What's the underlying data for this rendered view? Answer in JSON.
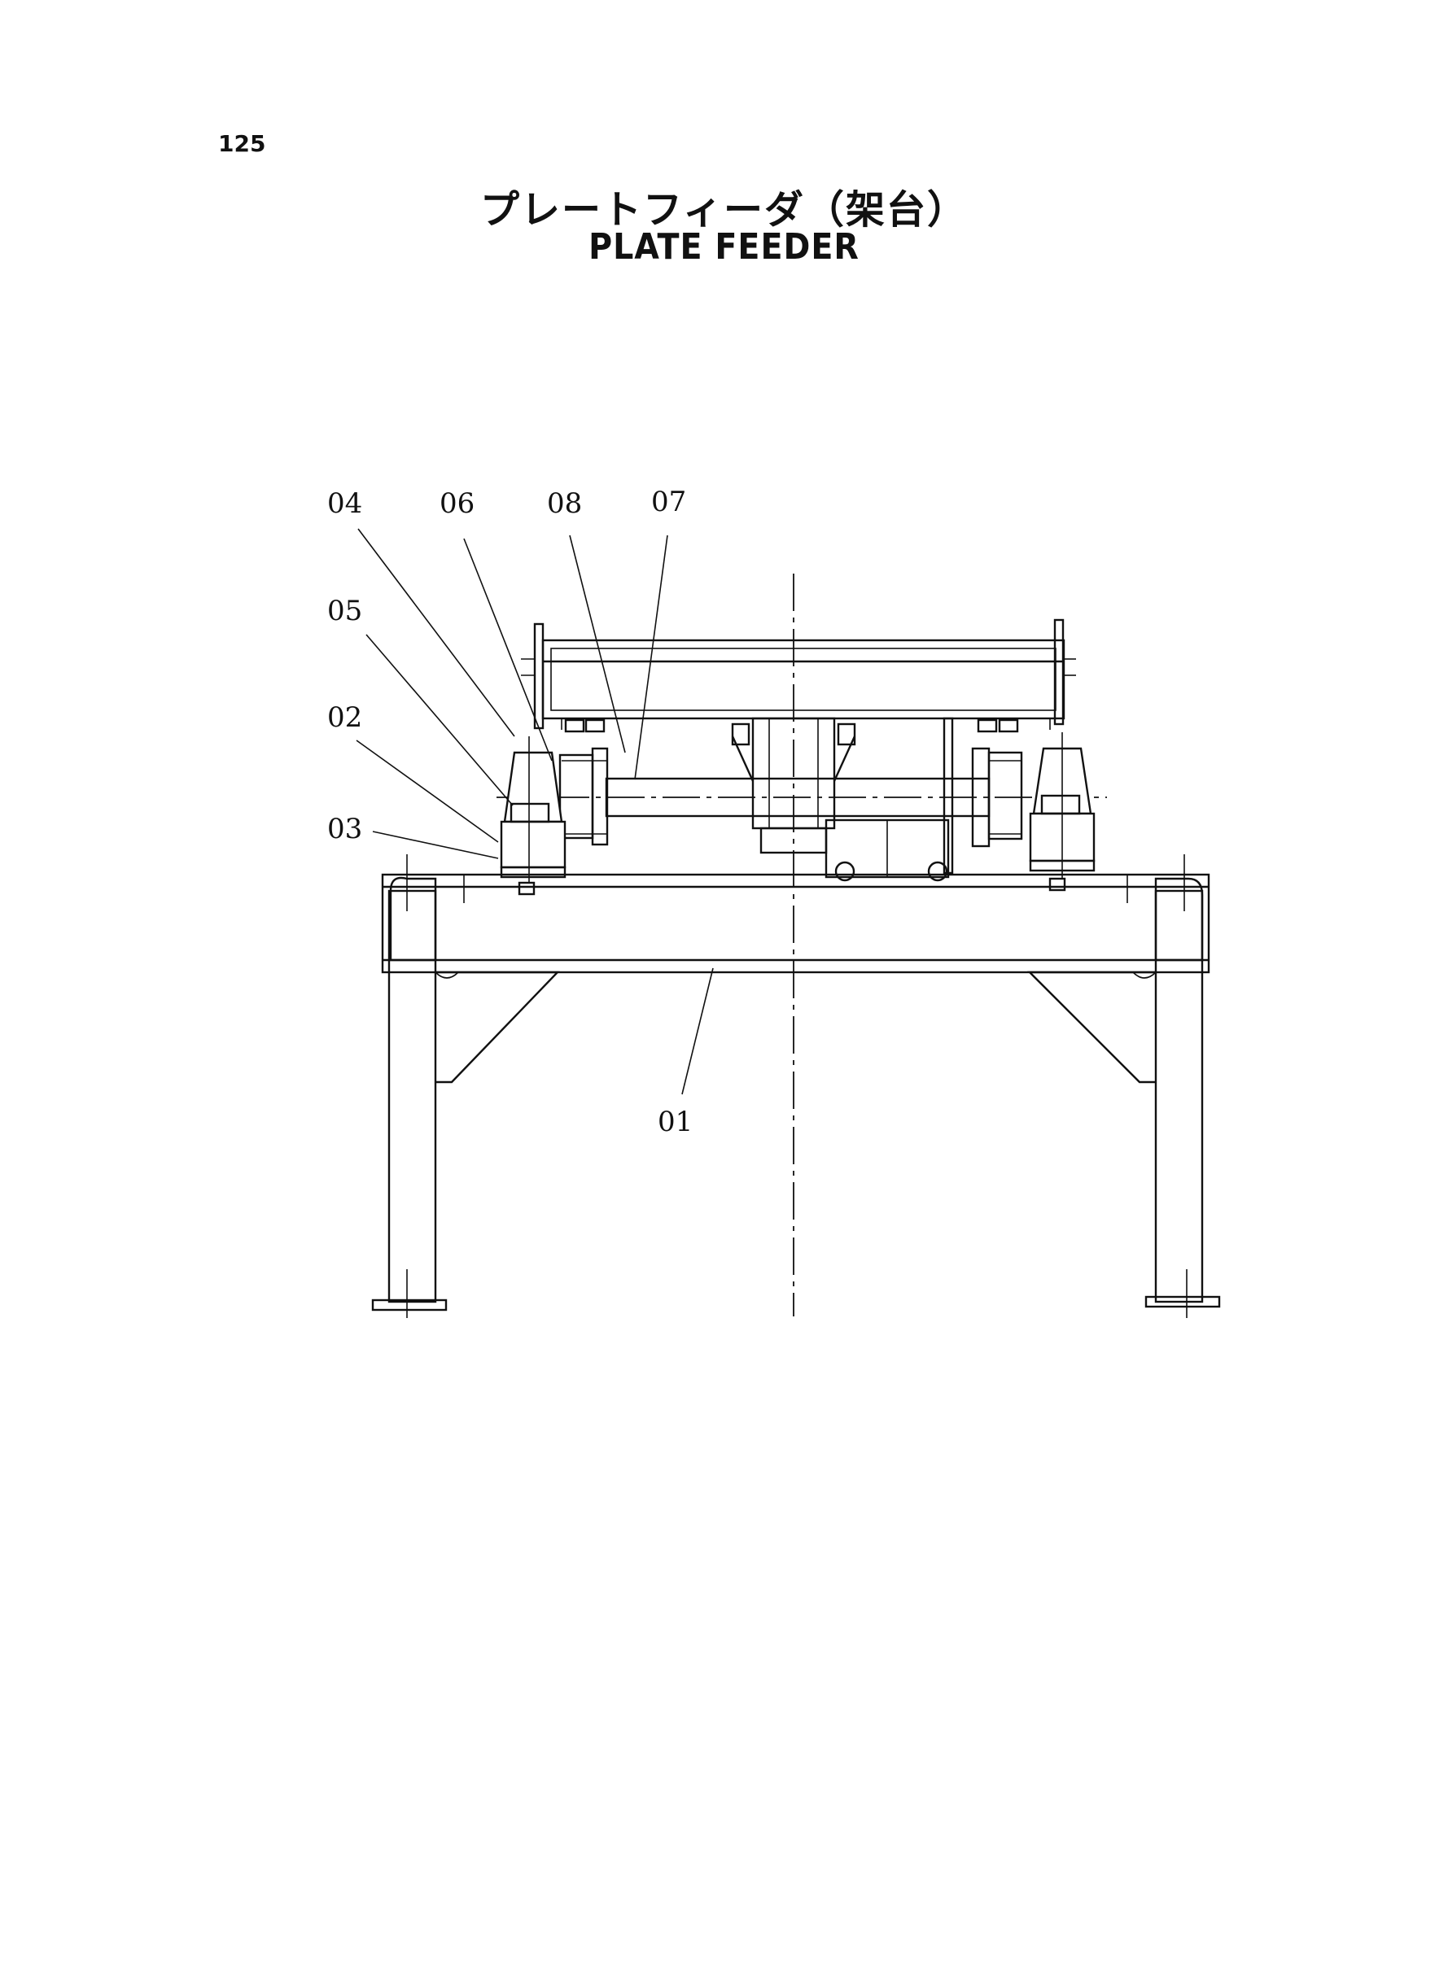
{
  "page": {
    "number": "125"
  },
  "title": {
    "japanese": "プレートフィーダ（架台）",
    "english": "PLATE FEEDER"
  },
  "callouts": [
    {
      "id": "04",
      "label": "04"
    },
    {
      "id": "06",
      "label": "06"
    },
    {
      "id": "08",
      "label": "08"
    },
    {
      "id": "07",
      "label": "07"
    },
    {
      "id": "05",
      "label": "05"
    },
    {
      "id": "02",
      "label": "02"
    },
    {
      "id": "03",
      "label": "03"
    },
    {
      "id": "01",
      "label": "01"
    }
  ]
}
